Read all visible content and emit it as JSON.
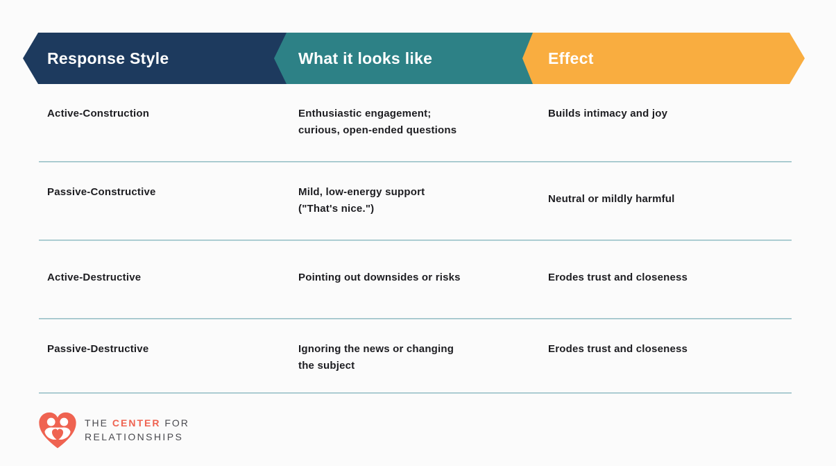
{
  "page": {
    "background": "#fbfbfb",
    "divider_color": "#9cc3ca"
  },
  "table": {
    "headers": [
      {
        "label": "Response Style",
        "color": "#1d3a5e"
      },
      {
        "label": "What it looks like",
        "color": "#2d8186"
      },
      {
        "label": "Effect",
        "color": "#f9ad40"
      }
    ],
    "rows": [
      {
        "style": "Active-Construction",
        "looks": [
          "Enthusiastic engagement;",
          "curious, open-ended questions"
        ],
        "effect": "Builds intimacy and joy"
      },
      {
        "style": "Passive-Constructive",
        "looks": [
          "Mild, low-energy support",
          "(\"That's nice.\")"
        ],
        "effect": "Neutral or mildly harmful"
      },
      {
        "style": "Active-Destructive",
        "looks": [
          "Pointing out downsides or risks",
          ""
        ],
        "effect": "Erodes trust and closeness"
      },
      {
        "style": "Passive-Destructive",
        "looks": [
          "Ignoring the news or changing",
          "the subject"
        ],
        "effect": "Erodes trust and closeness"
      }
    ]
  },
  "logo": {
    "line1_pre": "THE",
    "line1_accent": "CENTER",
    "line1_post": "FOR",
    "line2": "RELATIONSHIPS",
    "heart_color": "#ef6351",
    "accent_color": "#ef6351",
    "text_color": "#4a4a4f"
  }
}
